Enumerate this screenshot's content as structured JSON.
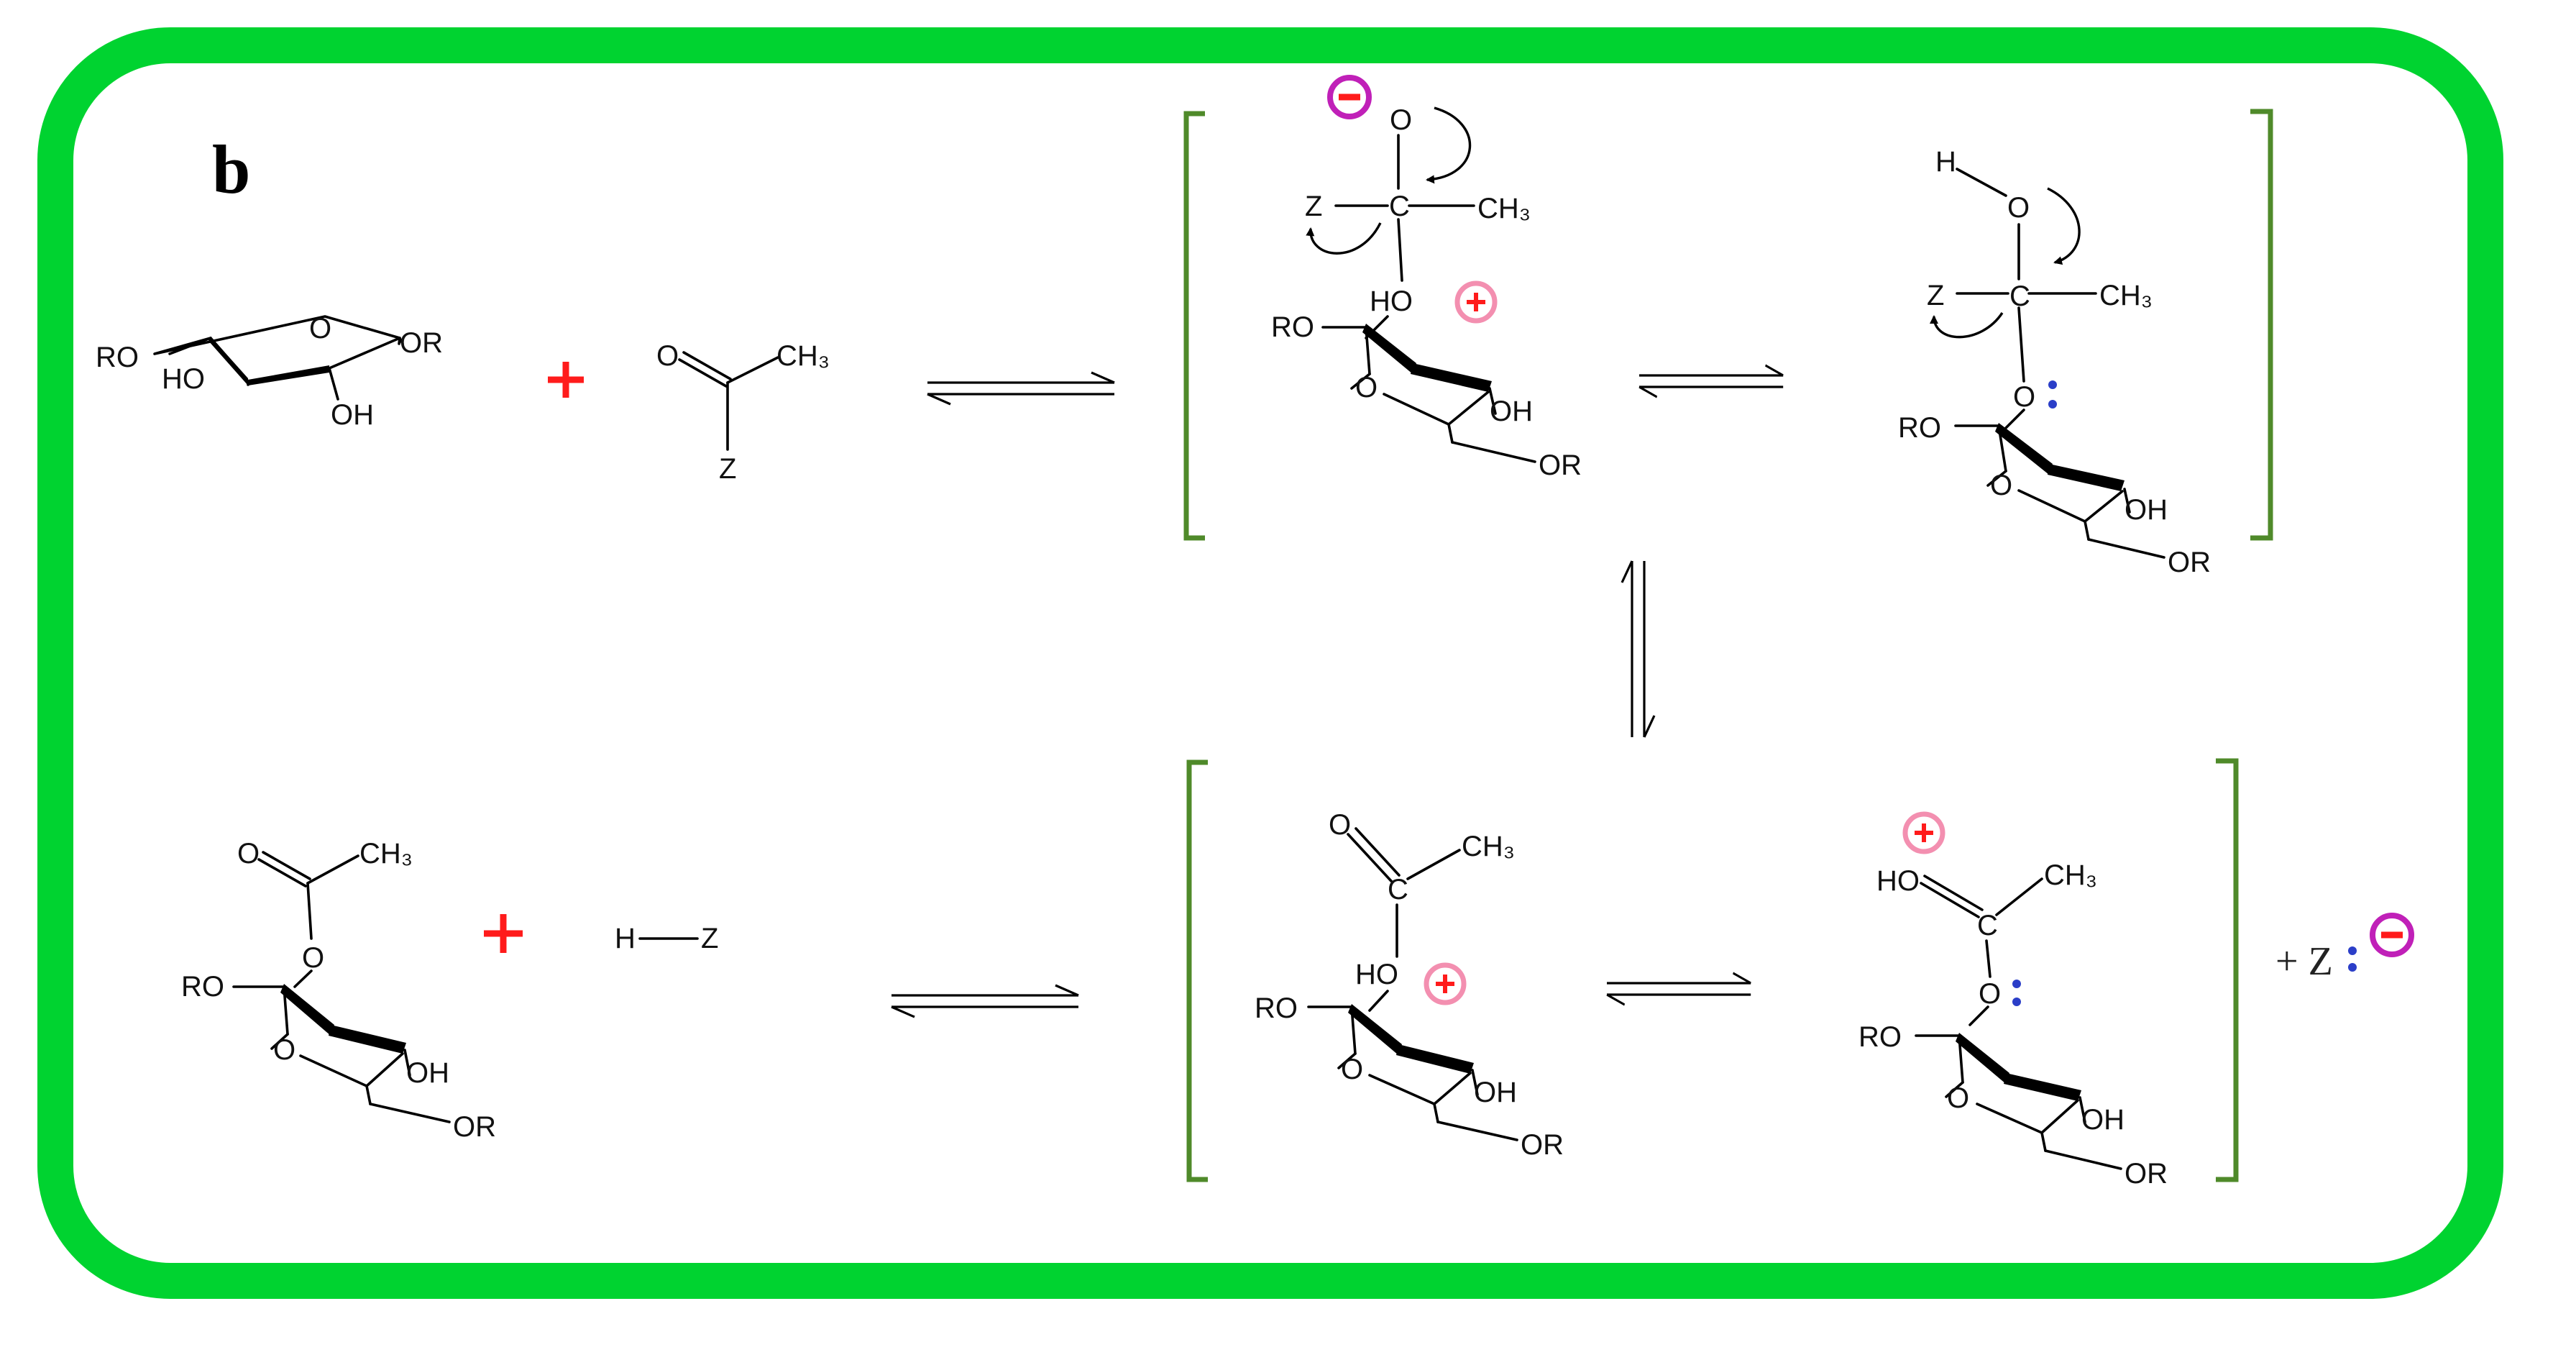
{
  "panel_label": "b",
  "colors": {
    "frame": "#00d330",
    "bracket": "#4f8a2a",
    "plus": "#ff1b1b",
    "negative": "#c020b8",
    "positive": "#f38fb0",
    "lone_pair": "#2b3ec8"
  },
  "labels": {
    "RO": "RO",
    "OR": "OR",
    "HO": "HO",
    "OH": "OH",
    "O": "O",
    "C": "C",
    "CH3": "CH₃",
    "Z": "Z",
    "H": "H",
    "Z_neg": "+ Z"
  },
  "icons": {
    "plus_sign": "plus-icon",
    "negative_charge": "minus-circle-icon",
    "positive_charge": "plus-circle-icon",
    "lone_pair": "lone-pair-dots-icon",
    "equilibrium": "equilibrium-arrow-icon"
  }
}
